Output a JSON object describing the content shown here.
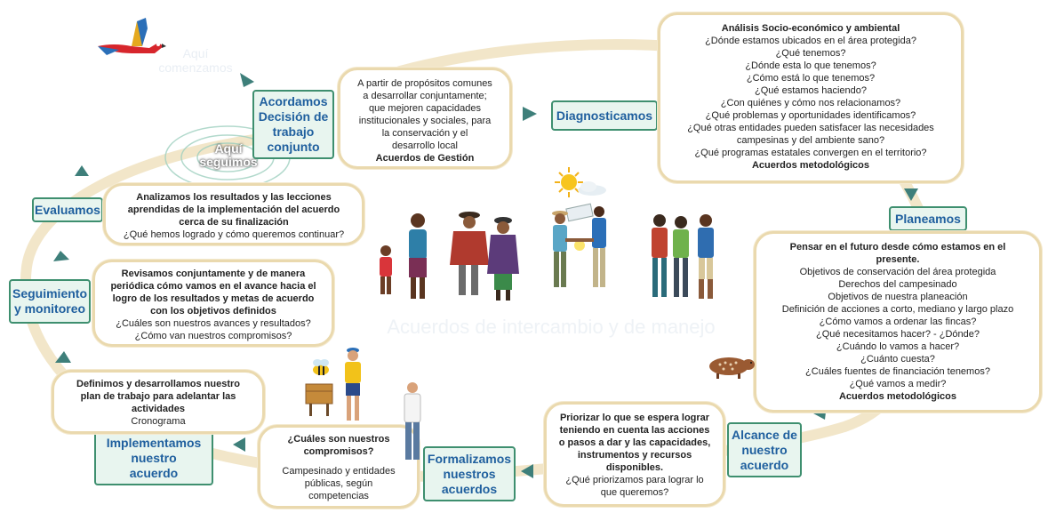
{
  "watermark": {
    "top": "Aquí comenzamos",
    "center": "Acuerdos de intercambio y de manejo"
  },
  "aqui_seguimos": "Aquí seguimos",
  "stages": {
    "acordamos": [
      "Acordamos",
      "Decisión de",
      "trabajo",
      "conjunto"
    ],
    "diagnosticamos": "Diagnosticamos",
    "planeamos": "Planeamos",
    "alcance": [
      "Alcance de",
      "nuestro",
      "acuerdo"
    ],
    "formalizamos": [
      "Formalizamos",
      "nuestros",
      "acuerdos"
    ],
    "implementamos": [
      "Implementamos",
      "nuestro",
      "acuerdo"
    ],
    "seguimiento": [
      "Seguimiento",
      "y monitoreo"
    ],
    "evaluamos": "Evaluamos"
  },
  "boxes": {
    "acordamos": {
      "lines": [
        "A partir de propósitos comunes",
        "a desarrollar conjuntamente;",
        "que mejoren capacidades",
        "institucionales y sociales, para",
        "la conservación y el",
        "desarrollo local"
      ],
      "bold": "Acuerdos de Gestión"
    },
    "diagnostico": {
      "title": "Análisis Socio-económico y ambiental",
      "lines": [
        "¿Dónde estamos ubicados en el área protegida?",
        "¿Qué tenemos?",
        "¿Dónde esta lo que tenemos?",
        "¿Cómo está lo que tenemos?",
        "¿Qué estamos haciendo?",
        "¿Con quiénes y cómo nos relacionamos?",
        "¿Qué problemas y oportunidades identificamos?",
        "¿Qué otras entidades pueden satisfacer las necesidades",
        "campesinas y del ambiente sano?",
        "¿Qué programas estatales convergen en el territorio?"
      ],
      "bold": "Acuerdos metodológicos"
    },
    "planeamos": {
      "title": [
        "Pensar en el futuro desde cómo estamos  en el",
        "presente."
      ],
      "lines": [
        "Objetivos de conservación del área protegida",
        "Derechos del campesinado",
        "Objetivos de nuestra planeación",
        "Definición de acciones a corto, mediano y largo plazo",
        "¿Cómo vamos a ordenar las fincas?",
        "¿Qué necesitamos hacer? - ¿Dónde?",
        "¿Cuándo lo vamos a hacer?",
        "¿Cuánto cuesta?",
        "¿Cuáles fuentes de financiación tenemos?",
        "¿Qué vamos a medir?"
      ],
      "bold": "Acuerdos metodológicos"
    },
    "alcance": {
      "title": [
        "Priorizar lo que se espera lograr",
        "teniendo en cuenta las acciones",
        "o pasos a dar y las capacidades,",
        "instrumentos y recursos",
        "disponibles."
      ],
      "lines": [
        "¿Qué priorizamos para lograr lo",
        "que queremos?"
      ]
    },
    "formalizamos": {
      "title": [
        "¿Cuáles son nuestros",
        "compromisos?"
      ],
      "lines": [
        "Campesinado y entidades",
        "públicas, según",
        "competencias"
      ]
    },
    "implementamos": {
      "title": [
        "Definimos y desarrollamos nuestro",
        "plan de trabajo para adelantar las",
        "actividades"
      ],
      "lines": [
        "Cronograma"
      ]
    },
    "seguimiento": {
      "title": [
        "Revisamos conjuntamente y de manera",
        "periódica cómo vamos en el avance hacia el",
        "logro de los resultados y metas de acuerdo",
        "con los objetivos definidos"
      ],
      "lines": [
        "¿Cuáles son nuestros avances y resultados?",
        "¿Cómo van nuestros compromisos?"
      ]
    },
    "evaluamos": {
      "title": [
        "Analizamos los resultados y las lecciones",
        "aprendidas de la implementación del acuerdo",
        "cerca de su finalización"
      ],
      "lines": [
        "¿Qué hemos logrado y cómo queremos continuar?"
      ]
    }
  },
  "icons": [
    "macaw-icon",
    "sun-cloud-icon",
    "people-icon",
    "handshake-icon",
    "bee-icon",
    "paca-icon"
  ]
}
